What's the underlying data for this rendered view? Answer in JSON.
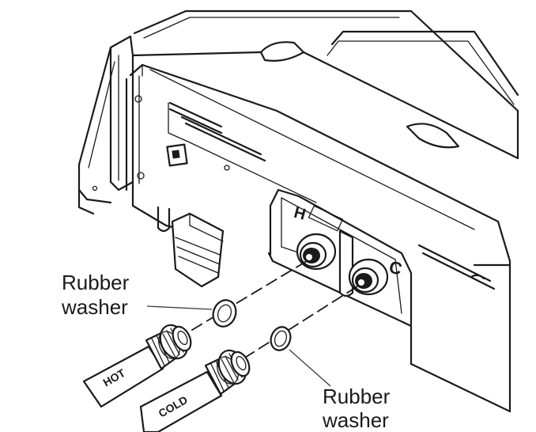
{
  "labels": {
    "washer_left_line1": "Rubber",
    "washer_left_line2": "washer",
    "washer_right_line1": "Rubber",
    "washer_right_line2": "washer",
    "hose_hot": "HOT",
    "hose_cold": "COLD",
    "valve_hot_letter": "H",
    "valve_cold_letter": "C"
  },
  "colors": {
    "line": "#1a1a1a",
    "background": "#ffffff"
  }
}
